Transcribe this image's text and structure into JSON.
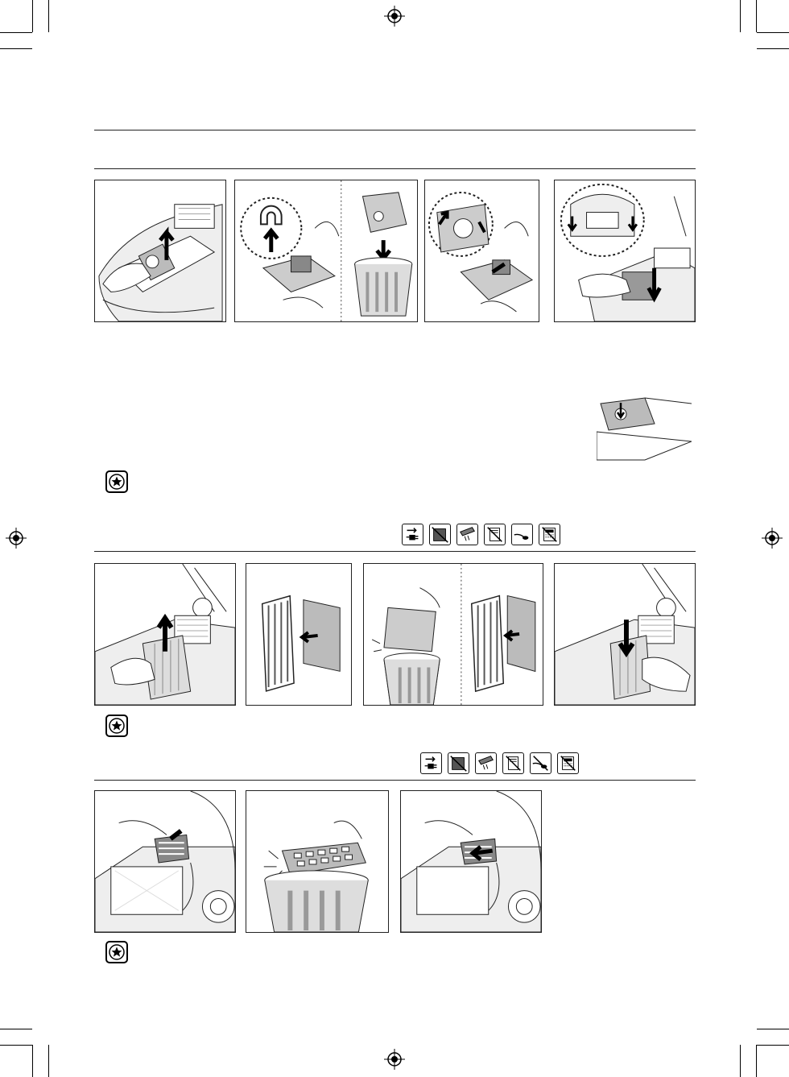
{
  "page": {
    "sections": [
      {
        "id": "dust-bag",
        "panels": 4,
        "notes": 1
      },
      {
        "id": "motor-filter",
        "panels": 4,
        "notes": 1
      },
      {
        "id": "exhaust-filter",
        "panels": 3,
        "notes": 1
      }
    ]
  },
  "icons": {
    "note": "star-note-icon",
    "maintenance_symbols": [
      "unplug-icon",
      "dust-container-icon",
      "brush-icon",
      "filter-icon",
      "hose-icon",
      "filter-box-icon"
    ]
  },
  "colors": {
    "line": "#222222",
    "paper": "#ffffff",
    "fill_grey": "#cfcfcf"
  }
}
